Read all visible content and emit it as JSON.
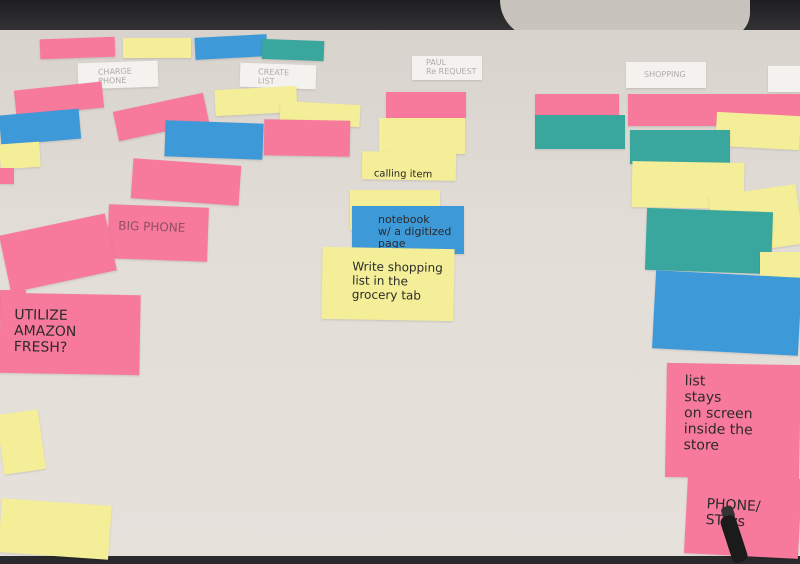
{
  "notes": {
    "charge_phone": "CHARGE\nPHONE",
    "create_list": "CREATE\nLIST",
    "paul_request": "PAUL\nRe REQUEST",
    "shopping": "SHOPPING",
    "big_phone": "BIG PHONE",
    "utilize_amazon_fresh": "UTILIZE\nAMAZON\nFRESH?",
    "calling_item": "calling item",
    "notebook": "notebook\nw/ a digitized\npage",
    "write_shopping_list": "Write shopping\nlist in the\ngrocery tab",
    "list_stays": "list\nstays\non screen\ninside the\nstore",
    "phone_stays": "PHONE/\nSTays"
  },
  "colors": {
    "pink": "#f77a9c",
    "yellow": "#f3ee97",
    "blue": "#3e99d8",
    "teal": "#3aa79f",
    "table": "#e3ddd7"
  }
}
